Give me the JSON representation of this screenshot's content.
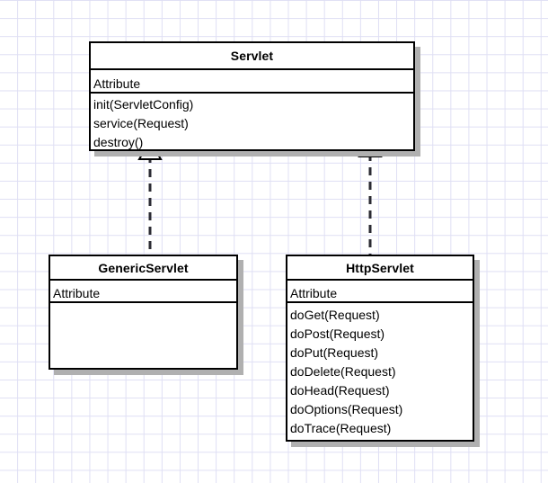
{
  "diagram": {
    "type": "uml-class-diagram",
    "canvas": {
      "background_color": "#ffffff",
      "grid_color": "#dfdff4",
      "grid_spacing": 20
    },
    "shadow_color": "#b0b0b0",
    "border_color": "#000000",
    "classes": [
      {
        "id": "servlet",
        "name": "Servlet",
        "attributes": [
          "Attribute"
        ],
        "operations": [
          "init(ServletConfig)",
          "service(Request)",
          "destroy()"
        ]
      },
      {
        "id": "genericservlet",
        "name": "GenericServlet",
        "attributes": [
          "Attribute"
        ],
        "operations": []
      },
      {
        "id": "httpservlet",
        "name": "HttpServlet",
        "attributes": [
          "Attribute"
        ],
        "operations": [
          "doGet(Request)",
          "doPost(Request)",
          "doPut(Request)",
          "doDelete(Request)",
          "doHead(Request)",
          "doOptions(Request)",
          "doTrace(Request)"
        ]
      }
    ],
    "relationships": [
      {
        "id": "generic-to-servlet",
        "type": "realization",
        "line_style": "dashed",
        "arrowhead": "hollow-triangle",
        "source": "GenericServlet",
        "target": "Servlet"
      },
      {
        "id": "http-to-servlet",
        "type": "realization",
        "line_style": "dashed",
        "arrowhead": "hollow-triangle",
        "source": "HttpServlet",
        "target": "Servlet"
      }
    ]
  }
}
